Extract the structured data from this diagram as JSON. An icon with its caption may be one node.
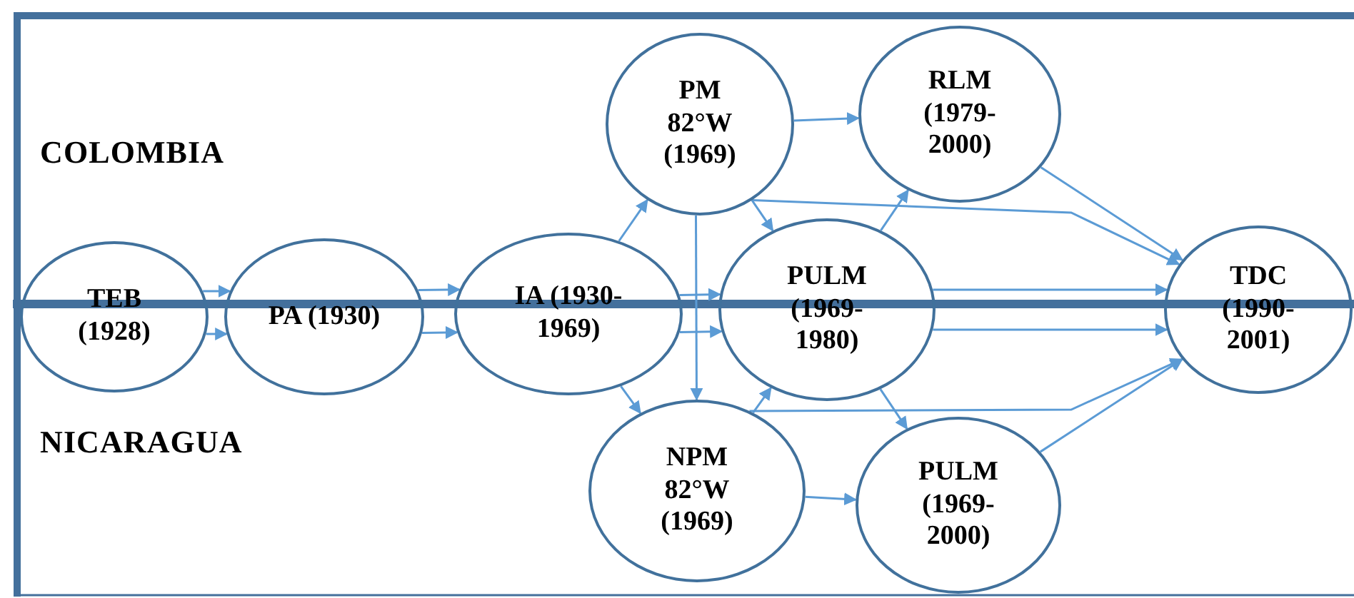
{
  "diagram": {
    "nodes": [
      {
        "text": [
          "TEB (1928)"
        ]
      },
      {
        "text": [
          "PA (1930)"
        ]
      },
      {
        "text": [
          "IA (1930- 1969)"
        ]
      },
      {
        "text": [
          "PM 82°W (1969)"
        ]
      },
      {
        "text": [
          "RLM (1979- 2000)"
        ]
      },
      {
        "text": [
          "PULM (1969- 1980)"
        ]
      },
      {
        "text": [
          "NPM 82°W (1969)"
        ]
      },
      {
        "text": [
          "PULM (1969- 2000)"
        ]
      },
      {
        "text": [
          "TDC (1990- 2001)"
        ]
      }
    ],
    "edges": [
      {
        "from": 0,
        "to": 1,
        "arrow": "to"
      },
      {
        "from": 0,
        "to": 1,
        "arrow": "to"
      },
      {
        "from": 1,
        "to": 2,
        "arrow": "to"
      },
      {
        "from": 1,
        "to": 2,
        "arrow": "to"
      },
      {
        "from": 2,
        "to": 3,
        "arrow": "to"
      },
      {
        "from": 2,
        "to": 6,
        "arrow": "to"
      },
      {
        "from": 2,
        "to": 5,
        "arrow": "to"
      },
      {
        "from": 2,
        "to": 5,
        "arrow": "to"
      },
      {
        "from": 3,
        "to": 4,
        "arrow": "to"
      },
      {
        "from": 3,
        "to": 5,
        "arrow": "to"
      },
      {
        "from": 3,
        "to": 8,
        "arrow": "to"
      },
      {
        "from": 3,
        "to": 6,
        "arrow": "to"
      },
      {
        "from": 5,
        "to": 4,
        "arrow": "to"
      },
      {
        "from": 6,
        "to": 5,
        "arrow": "to"
      },
      {
        "from": 5,
        "to": 8,
        "arrow": "to"
      },
      {
        "from": 5,
        "to": 8,
        "arrow": "to"
      },
      {
        "from": 5,
        "to": 7,
        "arrow": "to"
      },
      {
        "from": 6,
        "to": 7,
        "arrow": "to"
      },
      {
        "from": 6,
        "to": 8,
        "arrow": "to"
      },
      {
        "from": 4,
        "to": 8,
        "arrow": "to"
      },
      {
        "from": 7,
        "to": 8,
        "arrow": "to"
      }
    ],
    "labels": [
      "COLOMBIA",
      "NICARAGUA"
    ]
  }
}
